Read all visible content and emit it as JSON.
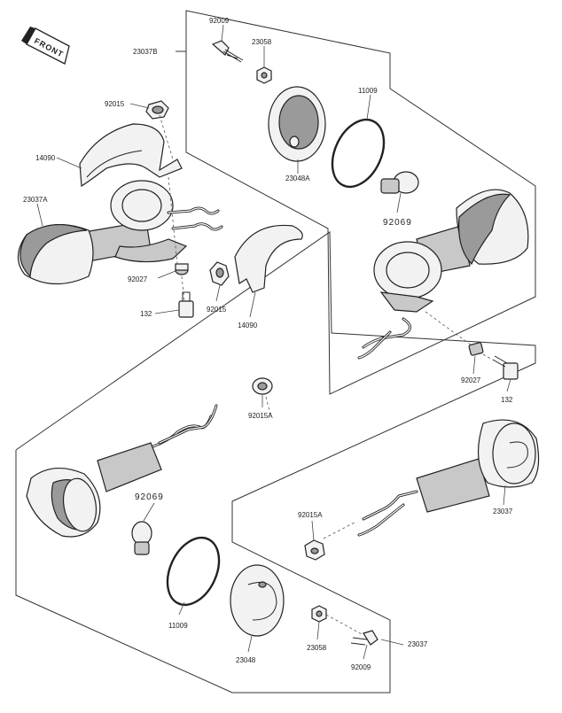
{
  "front_badge": "FRONT",
  "labels": {
    "l_92009_top": "92009",
    "l_23037B": "23037B",
    "l_23058_top": "23058",
    "l_11009_top": "11009",
    "l_92015_top": "92015",
    "l_14090_left": "14090",
    "l_23048A": "23048A",
    "l_23037A": "23037A",
    "l_92069_right": "92069",
    "l_92027_left": "92027",
    "l_92015_mid": "92015",
    "l_132_left": "132",
    "l_14090_mid": "14090",
    "l_92027_right": "92027",
    "l_132_right": "132",
    "l_92015A_top": "92015A",
    "l_92069_left": "92069",
    "l_23037_right": "23037",
    "l_92015A_bottom": "92015A",
    "l_11009_bottom": "11009",
    "l_23048": "23048",
    "l_23058_bottom": "23058",
    "l_23037_bottom": "23037",
    "l_92009_bottom": "92009"
  }
}
